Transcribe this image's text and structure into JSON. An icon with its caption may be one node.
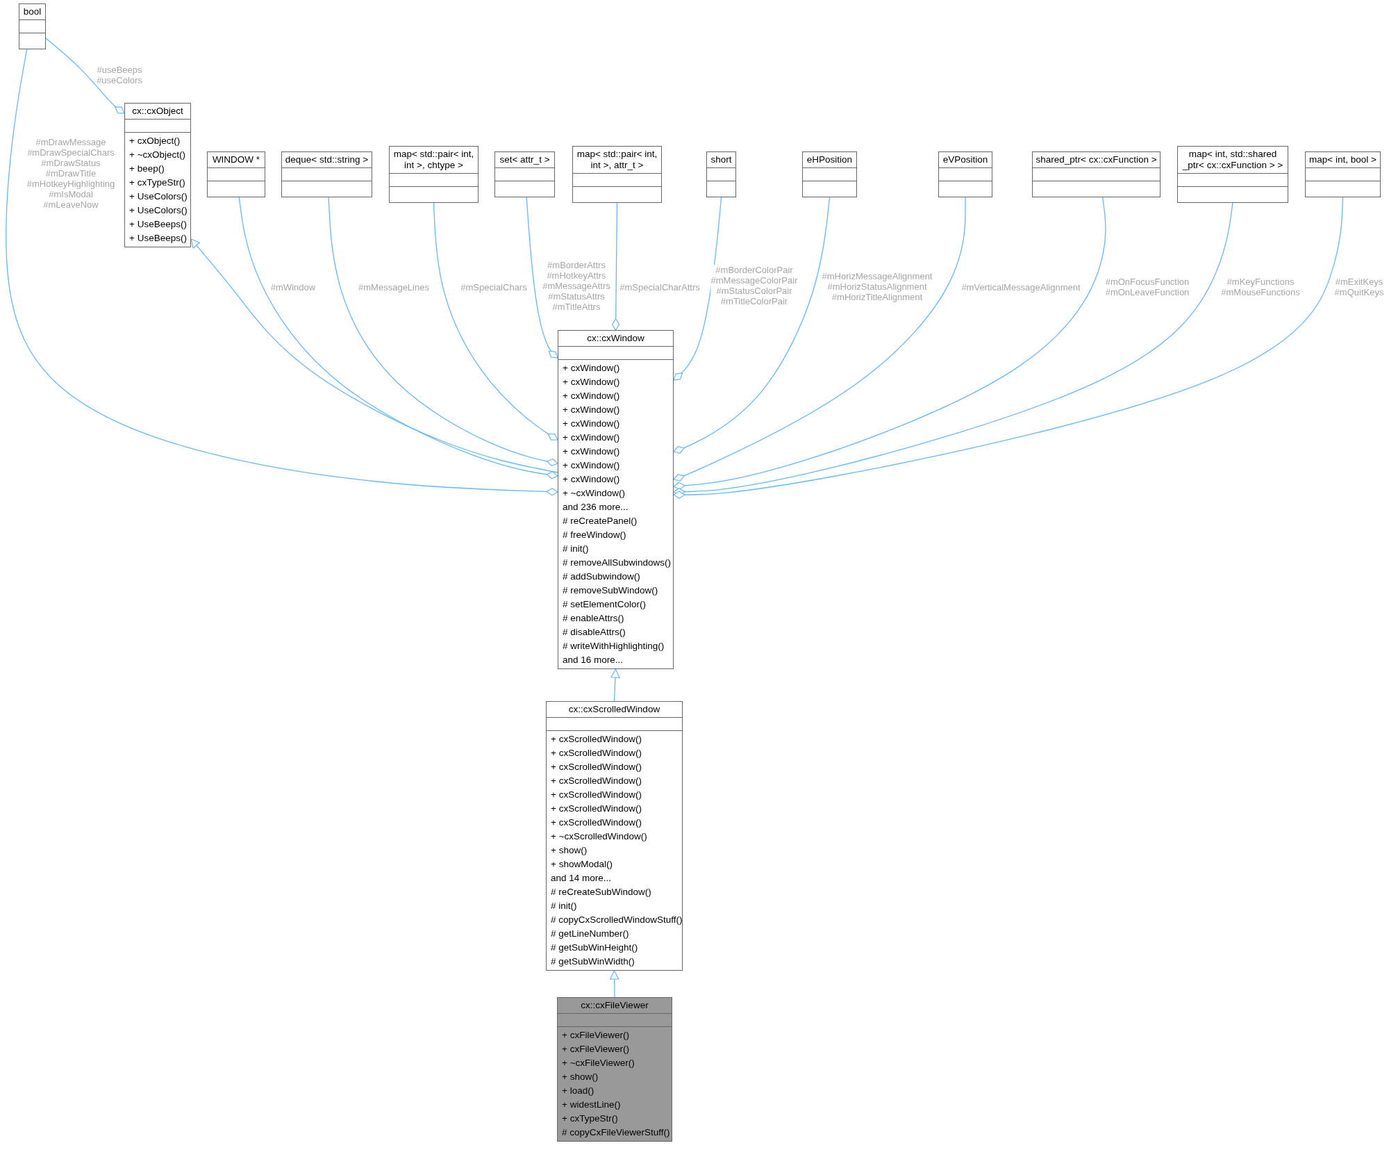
{
  "diagram": {
    "nodes": [
      {
        "text": [
          "bool"
        ]
      },
      {
        "text": [
          "cx::cxObject",
          "+ cxObject()",
          "+ ~cxObject()",
          "+ beep()",
          "+ cxTypeStr()",
          "+ UseColors()",
          "+ UseColors()",
          "+ UseBeeps()",
          "+ UseBeeps()"
        ]
      },
      {
        "text": [
          "WINDOW *"
        ]
      },
      {
        "text": [
          "deque< std::string >"
        ]
      },
      {
        "text": [
          "map< std::pair< int, int >, chtype >"
        ]
      },
      {
        "text": [
          "set< attr_t >"
        ]
      },
      {
        "text": [
          "map< std::pair< int, int >, attr_t >"
        ]
      },
      {
        "text": [
          "short"
        ]
      },
      {
        "text": [
          "eHPosition"
        ]
      },
      {
        "text": [
          "eVPosition"
        ]
      },
      {
        "text": [
          "shared_ptr< cx::cxFunction >"
        ]
      },
      {
        "text": [
          "map< int, std::shared _ptr< cx::cxFunction > >"
        ]
      },
      {
        "text": [
          "map< int, bool >"
        ]
      },
      {
        "text": [
          "cx::cxWindow",
          "+ cxWindow()",
          "+ cxWindow()",
          "+ cxWindow()",
          "+ cxWindow()",
          "+ cxWindow()",
          "+ cxWindow()",
          "+ cxWindow()",
          "+ cxWindow()",
          "+ cxWindow()",
          "+ ~cxWindow()",
          "and 236 more...",
          "# reCreatePanel()",
          "# freeWindow()",
          "# init()",
          "# removeAllSubwindows()",
          "# addSubwindow()",
          "# removeSubWindow()",
          "# setElementColor()",
          "# enableAttrs()",
          "# disableAttrs()",
          "# writeWithHighlighting()",
          "and 16 more..."
        ]
      },
      {
        "text": [
          "cx::cxScrolledWindow",
          "+ cxScrolledWindow()",
          "+ cxScrolledWindow()",
          "+ cxScrolledWindow()",
          "+ cxScrolledWindow()",
          "+ cxScrolledWindow()",
          "+ cxScrolledWindow()",
          "+ cxScrolledWindow()",
          "+ ~cxScrolledWindow()",
          "+ show()",
          "+ showModal()",
          "and 14 more...",
          "# reCreateSubWindow()",
          "# init()",
          "# copyCxScrolledWindowStuff()",
          "# getLineNumber()",
          "# getSubWinHeight()",
          "# getSubWinWidth()"
        ]
      },
      {
        "text": [
          "cx::cxFileViewer",
          "+ cxFileViewer()",
          "+ cxFileViewer()",
          "+ ~cxFileViewer()",
          "+ show()",
          "+ load()",
          "+ widestLine()",
          "+ cxTypeStr()",
          "# copyCxFileViewerStuff()"
        ]
      }
    ],
    "edges": [
      {
        "from": 0,
        "to": 1,
        "arrow": "other",
        "label": "#useBeeps #useColors"
      },
      {
        "from": 0,
        "to": 13,
        "arrow": "other",
        "label": "#mDrawMessage #mDrawSpecialChars #mDrawStatus #mDrawTitle #mHotkeyHighlighting #mIsModal #mLeaveNow"
      },
      {
        "from": 13,
        "to": 1,
        "arrow": "to"
      },
      {
        "from": 2,
        "to": 13,
        "arrow": "other",
        "label": "#mWindow"
      },
      {
        "from": 3,
        "to": 13,
        "arrow": "other",
        "label": "#mMessageLines"
      },
      {
        "from": 4,
        "to": 13,
        "arrow": "other",
        "label": "#mSpecialChars"
      },
      {
        "from": 5,
        "to": 13,
        "arrow": "other",
        "label": "#mBorderAttrs #mHotkeyAttrs #mMessageAttrs #mStatusAttrs #mTitleAttrs"
      },
      {
        "from": 6,
        "to": 13,
        "arrow": "other",
        "label": "#mSpecialCharAttrs"
      },
      {
        "from": 7,
        "to": 13,
        "arrow": "other",
        "label": "#mBorderColorPair #mMessageColorPair #mStatusColorPair #mTitleColorPair"
      },
      {
        "from": 8,
        "to": 13,
        "arrow": "other",
        "label": "#mHorizMessageAlignment #mHorizStatusAlignment #mHorizTitleAlignment"
      },
      {
        "from": 9,
        "to": 13,
        "arrow": "other",
        "label": "#mVerticalMessageAlignment"
      },
      {
        "from": 10,
        "to": 13,
        "arrow": "other",
        "label": "#mOnFocusFunction #mOnLeaveFunction"
      },
      {
        "from": 11,
        "to": 13,
        "arrow": "other",
        "label": "#mKeyFunctions #mMouseFunctions"
      },
      {
        "from": 12,
        "to": 13,
        "arrow": "other",
        "label": "#mExitKeys #mQuitKeys"
      },
      {
        "from": 14,
        "to": 13,
        "arrow": "to"
      },
      {
        "from": 15,
        "to": 14,
        "arrow": "to"
      }
    ]
  }
}
